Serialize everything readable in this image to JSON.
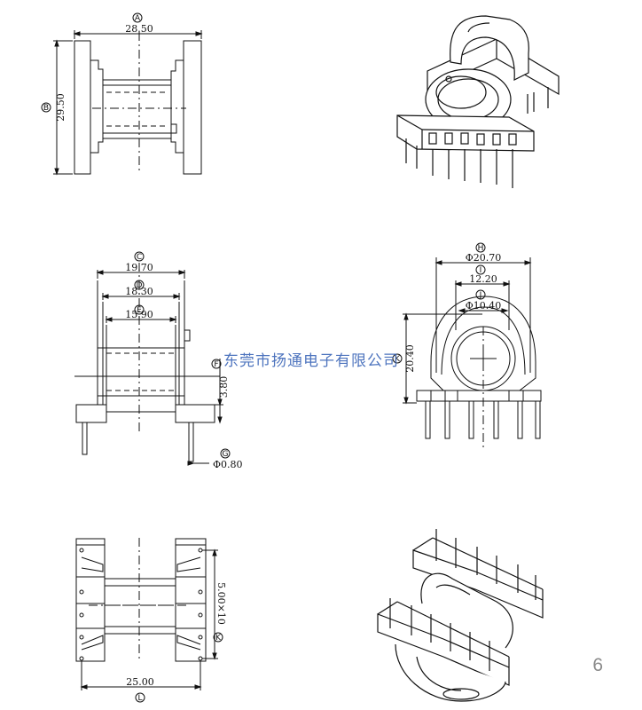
{
  "views": {
    "top": {
      "dims": [
        {
          "tag": "A",
          "value": "28.50"
        },
        {
          "tag": "B",
          "value": "29.50"
        }
      ]
    },
    "front": {
      "dims": [
        {
          "tag": "C",
          "value": "19.70"
        },
        {
          "tag": "D",
          "value": "18.30"
        },
        {
          "tag": "E",
          "value": "15.90"
        },
        {
          "tag": "F",
          "value": "3.80"
        },
        {
          "tag": "G",
          "value": "Φ0.80"
        }
      ]
    },
    "side": {
      "dims": [
        {
          "tag": "H",
          "value": "Φ20.70"
        },
        {
          "tag": "I",
          "value": "12.20"
        },
        {
          "tag": "J",
          "value": "Φ10.40"
        },
        {
          "tag": "K",
          "value": "20.40"
        }
      ]
    },
    "bottom": {
      "dims": [
        {
          "tag": "K",
          "value": "5.00×10"
        },
        {
          "tag": "L",
          "value": "25.00"
        }
      ]
    }
  },
  "watermark": "东莞市扬通电子有限公司",
  "page_number": "6"
}
